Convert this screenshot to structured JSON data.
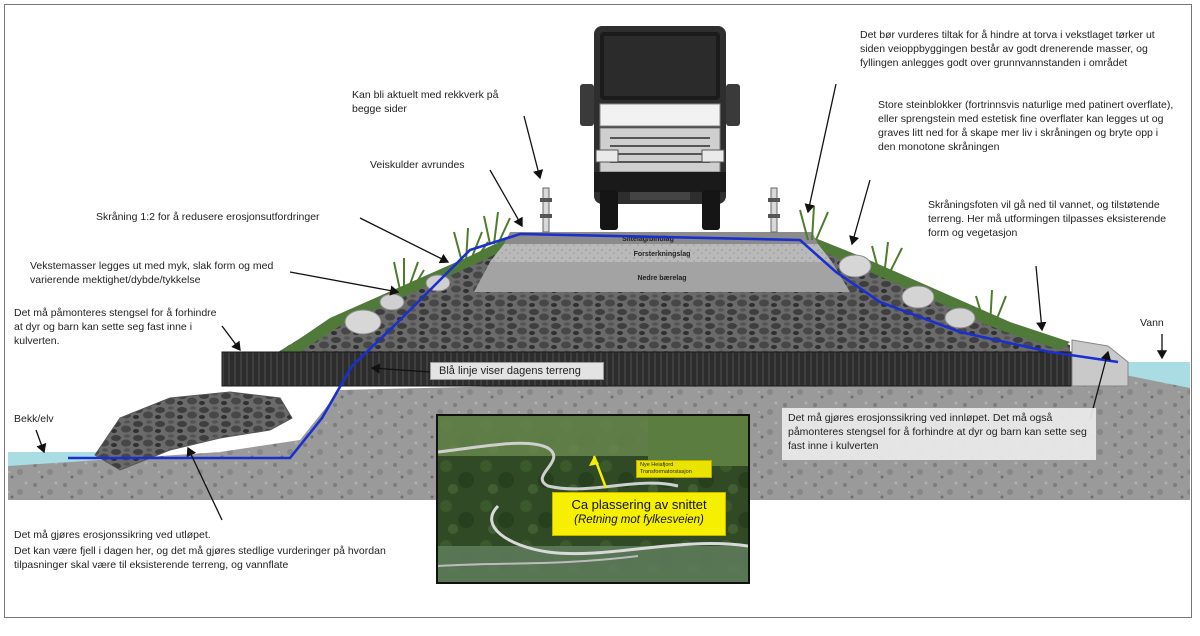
{
  "notes": {
    "rekkverk": "Kan bli aktuelt med rekkverk på begge sider",
    "torva": "Det bør vurderes tiltak for å hindre at torva i vekstlaget tørker ut siden veioppbyggingen består av godt drenerende masser, og fyllingen anlegges godt over grunnvannstanden i området",
    "steinblokker": "Store steinblokker (fortrinnsvis naturlige med patinert overflate), eller sprengstein med estetisk fine overflater kan legges ut og graves litt ned for å skape mer liv i skråningen og bryte opp i den monotone skråningen",
    "veiskulder": "Veiskulder avrundes",
    "skraning": "Skråning 1:2 for å redusere erosjonsutfordringer",
    "skraningsfoten": "Skråningsfoten vil gå ned til vannet, og tilstøtende terreng. Her må utformingen tilpasses eksisterende form og vegetasjon",
    "vekstemasser": "Vekstemasser legges ut med myk, slak form og med varierende mektighet/dybde/tykkelse",
    "stengsel": "Det må påmonteres stengsel for å forhindre at dyr og barn kan sette seg fast inne i kulverten.",
    "vann": "Vann",
    "bekk": "Bekk/elv",
    "bla_linje": "Blå linje viser dagens terreng",
    "innlop": "Det må gjøres erosjonssikring ved innløpet. Det må også påmonteres stengsel for å forhindre at dyr og barn kan sette seg fast inne i kulverten",
    "utlop_1": "Det må gjøres erosjonssikring ved utløpet.",
    "utlop_2": "Det kan være fjell i dagen her, og det må gjøres stedlige vurderinger på hvordan tilpasninger skal være til eksisterende terreng, og vannflate"
  },
  "layers": {
    "top": "Slitelag/bindlag",
    "forsterkning": "Forsterkningslag",
    "bar": "Nedre bærelag"
  },
  "map": {
    "callout_title": "Ca plassering av snittet",
    "callout_subtitle": "(Retning mot fylkesveien)",
    "site_label": "Nye Heiafjord Transformatorstasjon"
  },
  "colors": {
    "terrain_line": "#1a2fd0",
    "water": "#a9dde3",
    "callout": "#f6f000"
  }
}
